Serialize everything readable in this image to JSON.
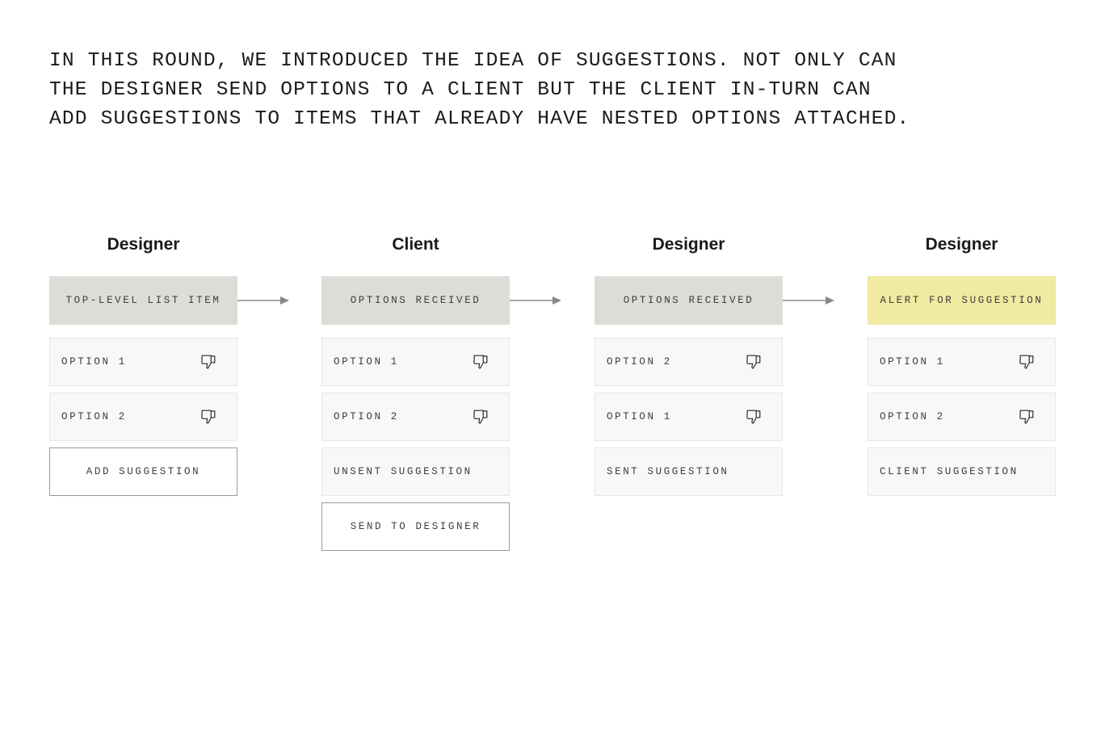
{
  "intro": {
    "lines": [
      "IN THIS ROUND, WE INTRODUCED THE IDEA OF SUGGESTIONS. NOT ONLY CAN",
      "THE DESIGNER SEND OPTIONS TO A CLIENT BUT THE CLIENT IN-TURN CAN",
      "ADD SUGGESTIONS TO ITEMS THAT ALREADY HAVE NESTED OPTIONS ATTACHED."
    ]
  },
  "colors": {
    "header_bg": "#dcddd7",
    "alert_bg": "#f0eaa2",
    "row_bg": "#f8f8f8",
    "arrow": "#888888"
  },
  "columns": [
    {
      "title": "Designer",
      "header": "TOP-LEVEL LIST ITEM",
      "option_1": "OPTION 1",
      "option_2": "OPTION 2",
      "action_button": "ADD SUGGESTION",
      "icon": "thumbs-down-icon"
    },
    {
      "title": "Client",
      "header": "OPTIONS RECEIVED",
      "option_1": "OPTION 1",
      "option_2": "OPTION 2",
      "suggestion": "UNSENT SUGGESTION",
      "action_button": "SEND TO DESIGNER",
      "icon": "thumbs-down-icon"
    },
    {
      "title": "Designer",
      "header": "OPTIONS RECEIVED",
      "option_1": "OPTION 2",
      "option_2": "OPTION 1",
      "suggestion": "SENT SUGGESTION",
      "icon": "thumbs-down-icon"
    },
    {
      "title": "Designer",
      "header": "ALERT FOR SUGGESTION",
      "option_1": "OPTION 1",
      "option_2": "OPTION 2",
      "suggestion": "CLIENT SUGGESTION",
      "icon": "thumbs-down-icon"
    }
  ]
}
